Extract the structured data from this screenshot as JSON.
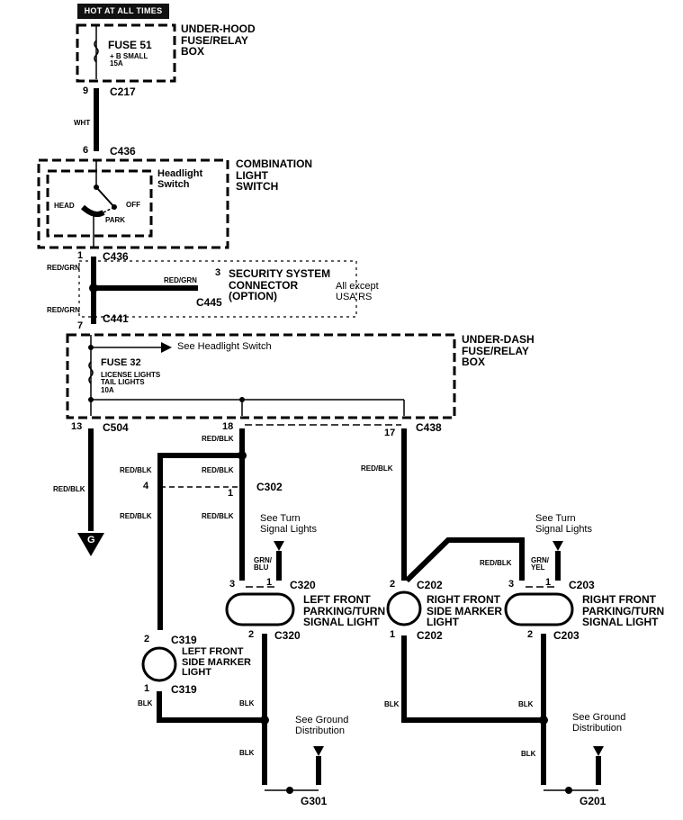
{
  "hot_label": "HOT AT ALL TIMES",
  "components": {
    "underhood_box": "UNDER-HOOD\nFUSE/RELAY\nBOX",
    "fuse51": {
      "name": "FUSE 51",
      "desc": "+ B SMALL\n15A"
    },
    "combo_switch": "COMBINATION\nLIGHT\nSWITCH",
    "headlight_switch": "Headlight\nSwitch",
    "switch_positions": {
      "head": "HEAD",
      "off": "OFF",
      "park": "PARK"
    },
    "security": {
      "name": "SECURITY SYSTEM\nCONNECTOR\n(OPTION)",
      "note": "All except\nUSA RS"
    },
    "underdash_box": "UNDER-DASH\nFUSE/RELAY\nBOX",
    "see_headlight": "See Headlight Switch",
    "fuse32": {
      "name": "FUSE 32",
      "desc": "LICENSE LIGHTS\nTAIL LIGHTS\n10A"
    },
    "ground_g": "G",
    "see_turn": "See Turn\nSignal Lights",
    "lf_parking": "LEFT FRONT\nPARKING/TURN\nSIGNAL LIGHT",
    "lf_marker": "LEFT FRONT\nSIDE MARKER\nLIGHT",
    "rf_marker": "RIGHT FRONT\nSIDE MARKER\nLIGHT",
    "rf_parking": "RIGHT FRONT\nPARKING/TURN\nSIGNAL LIGHT",
    "see_ground": "See Ground\nDistribution",
    "g301": "G301",
    "g201": "G201"
  },
  "connectors": {
    "c217": "C217",
    "c436a": "C436",
    "c436b": "C436",
    "c445": "C445",
    "c441": "C441",
    "c504": "C504",
    "c438": "C438",
    "c302": "C302",
    "c320a": "C320",
    "c320b": "C320",
    "c319a": "C319",
    "c319b": "C319",
    "c202a": "C202",
    "c202b": "C202",
    "c203a": "C203",
    "c203b": "C203"
  },
  "pins": {
    "p9": "9",
    "p6": "6",
    "p1_c436": "1",
    "p3_c445": "3",
    "p7": "7",
    "p13": "13",
    "p18": "18",
    "p17": "17",
    "p4": "4",
    "p1_c302": "1",
    "p3_c320": "3",
    "p1_c320": "1",
    "p2_c320": "2",
    "p2_c319": "2",
    "p1_c319": "1",
    "p2_c202": "2",
    "p1_c202": "1",
    "p3_c203": "3",
    "p1_c203": "1",
    "p2_c203": "2"
  },
  "wires": {
    "wht": "WHT",
    "redgrn1": "RED/GRN",
    "redgrn2": "RED/GRN",
    "redgrn3": "RED/GRN",
    "redblk": "RED/BLK",
    "grnblu": "GRN/\nBLU",
    "grnyel": "GRN/\nYEL",
    "blk": "BLK"
  }
}
